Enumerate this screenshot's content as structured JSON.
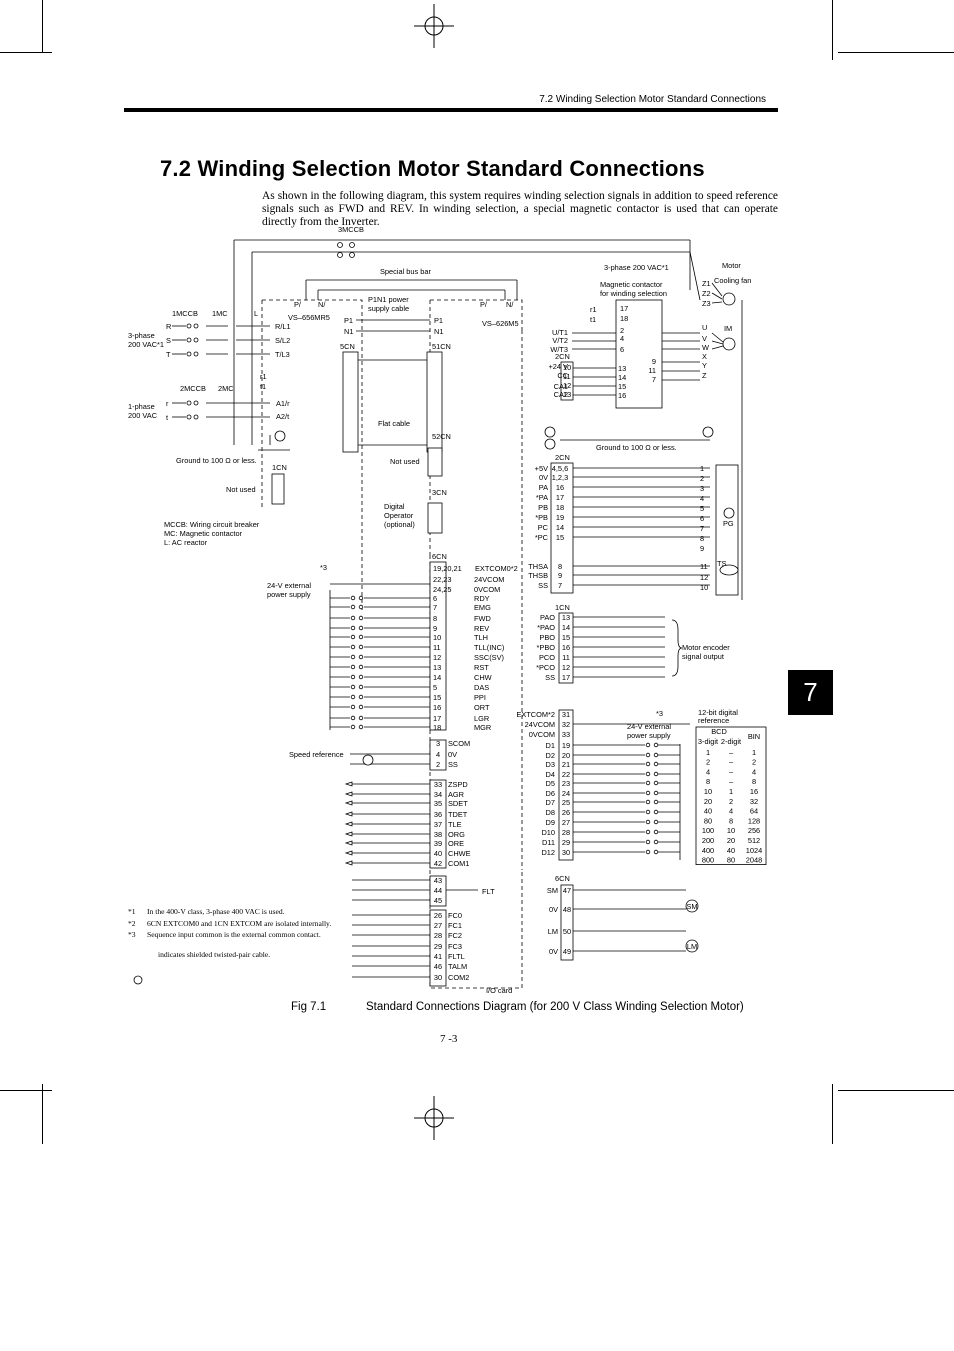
{
  "header": {
    "running_title": "7.2  Winding Selection Motor Standard Connections"
  },
  "section": {
    "title": "7.2  Winding Selection Motor Standard Connections",
    "intro": "As shown in the following diagram, this system requires winding selection signals in addition to speed reference signals such as FWD and REV. In winding selection, a special magnetic contactor is used that can operate directly from the Inverter."
  },
  "chapter_tab": "7",
  "figure": {
    "number": "Fig 7.1",
    "caption": "Standard Connections Diagram (for 200 V Class Winding Selection Motor)"
  },
  "page_number": "7 -3",
  "notes": [
    {
      "mark": "*1",
      "text": "In the 400-V class, 3-phase 400 VAC is used."
    },
    {
      "mark": "*2",
      "text": "6CN EXTCOM0 and 1CN EXTCOM are isolated internally."
    },
    {
      "mark": "*3",
      "text": "Sequence input common is the external common contact."
    },
    {
      "mark": "",
      "text": "indicates shielded twisted-pair cable."
    }
  ],
  "diagram": {
    "labels": {
      "mccb3": "3MCCB",
      "bus": "Special bus bar",
      "v3": "3-phase 200 VAC*1",
      "motor": "Motor",
      "fan": "Cooling fan",
      "mag": "Magnetic contactor",
      "mag2": "for winding selection",
      "p1n1": "P1N1 power",
      "p1n1b": "supply cable",
      "vs656": "VS–656MR5",
      "vs626": "VS–626M5",
      "mccb1": "1MCCB",
      "mc1": "1MC",
      "L": "L",
      "ph3": "3-phase",
      "vac200": "200 VAC*1",
      "mccb2": "2MCCB",
      "mc2": "2MC",
      "ph1": "1-phase",
      "vac1": "200 VAC",
      "gnd1": "Ground to 100 Ω or less.",
      "gnd2": "Ground to 100 Ω or less.",
      "flat": "Flat cable",
      "notused1": "Not used",
      "notused2": "Not used",
      "dig1": "Digital",
      "dig2": "Operator",
      "dig3": "(optional)",
      "leg1": "MCCB: Wiring circuit breaker",
      "leg2": "MC: Magnetic contactor",
      "leg3": "L: AC reactor",
      "ext24": "24-V external",
      "ext24b": "power supply",
      "ext24c": "24-V external",
      "ext24d": "power supply",
      "star3": "*3",
      "star3b": "*3",
      "speed": "Speed reference",
      "flt": "FLT",
      "iocard": "I/O card",
      "encout": "Motor encoder",
      "encout2": "signal output",
      "dig12": "12-bit digital",
      "dig12b": "reference",
      "cn5": "5CN",
      "cn51": "51CN",
      "cn52": "52CN",
      "cn3": "3CN",
      "cn1": "1CN",
      "cn6": "6CN",
      "cn2": "2CN",
      "cn2b": "2CN",
      "cn1b": "1CN",
      "cn6b": "6CN",
      "im": "IM",
      "pg": "PG",
      "ts": "TS",
      "sm": "SM",
      "lm": "LM"
    },
    "cn6_left": [
      [
        "19,20,21",
        ""
      ],
      [
        "22,23",
        "24VCOM"
      ],
      [
        "24,25",
        "0VCOM"
      ],
      [
        "6",
        "RDY"
      ],
      [
        "7",
        "EMG"
      ],
      [
        "8",
        "FWD"
      ],
      [
        "9",
        "REV"
      ],
      [
        "10",
        "TLH"
      ],
      [
        "11",
        "TLL(INC)"
      ],
      [
        "12",
        "SSC(SV)"
      ],
      [
        "13",
        "RST"
      ],
      [
        "14",
        "CHW"
      ],
      [
        "5",
        "DAS"
      ],
      [
        "15",
        "PPI"
      ],
      [
        "16",
        "ORT"
      ],
      [
        "17",
        "LGR"
      ],
      [
        "18",
        "MGR"
      ]
    ],
    "cn6_analog": [
      [
        "3",
        "SCOM"
      ],
      [
        "4",
        "0V"
      ],
      [
        "2",
        "SS"
      ]
    ],
    "cn6_out": [
      [
        "33",
        "ZSPD"
      ],
      [
        "34",
        "AGR"
      ],
      [
        "35",
        "SDET"
      ],
      [
        "36",
        "TDET"
      ],
      [
        "37",
        "TLE"
      ],
      [
        "38",
        "ORG"
      ],
      [
        "39",
        "ORE"
      ],
      [
        "40",
        "CHWE"
      ],
      [
        "42",
        "COM1"
      ]
    ],
    "cn6_flt": [
      [
        "43",
        ""
      ],
      [
        "44",
        ""
      ],
      [
        "45",
        ""
      ]
    ],
    "cn6_fc": [
      [
        "26",
        "FC0"
      ],
      [
        "27",
        "FC1"
      ],
      [
        "28",
        "FC2"
      ],
      [
        "29",
        "FC3"
      ],
      [
        "41",
        "FLTL"
      ],
      [
        "46",
        "TALM"
      ],
      [
        "30",
        "COM2"
      ]
    ],
    "cn2": [
      [
        "4,5,6",
        "+5V"
      ],
      [
        "1,2,3",
        "0V"
      ],
      [
        "16",
        "PA"
      ],
      [
        "17",
        "*PA"
      ],
      [
        "18",
        "PB"
      ],
      [
        "19",
        "*PB"
      ],
      [
        "14",
        "PC"
      ],
      [
        "15",
        "*PC"
      ],
      [
        "8",
        "THSA"
      ],
      [
        "9",
        "THSB"
      ],
      [
        "7",
        "SS"
      ]
    ],
    "cn1": [
      [
        "13",
        "PAO"
      ],
      [
        "14",
        "*PAO"
      ],
      [
        "15",
        "PBO"
      ],
      [
        "16",
        "*PBO"
      ],
      [
        "11",
        "PCO"
      ],
      [
        "12",
        "*PCO"
      ],
      [
        "17",
        "SS"
      ]
    ],
    "cn1_d": [
      [
        "31",
        "EXTCOM*2"
      ],
      [
        "32",
        "24VCOM"
      ],
      [
        "33",
        "0VCOM"
      ],
      [
        "19",
        "D1"
      ],
      [
        "20",
        "D2"
      ],
      [
        "21",
        "D3"
      ],
      [
        "22",
        "D4"
      ],
      [
        "23",
        "D5"
      ],
      [
        "24",
        "D6"
      ],
      [
        "25",
        "D7"
      ],
      [
        "26",
        "D8"
      ],
      [
        "27",
        "D9"
      ],
      [
        "28",
        "D10"
      ],
      [
        "29",
        "D11"
      ],
      [
        "30",
        "D12"
      ]
    ],
    "cn6_meter": [
      [
        "47",
        "SM"
      ],
      [
        "48",
        "0V"
      ],
      [
        "50",
        "LM"
      ],
      [
        "49",
        "0V"
      ]
    ],
    "motor_terms": [
      "Z1",
      "Z2",
      "Z3",
      "U",
      "V",
      "W",
      "X",
      "Y",
      "Z"
    ],
    "inv_terms": [
      "U/T1",
      "V/T2",
      "W/T3",
      "+24 V",
      "CC",
      "CA1",
      "CA2"
    ],
    "pg_pins": [
      "1",
      "2",
      "3",
      "4",
      "5",
      "6",
      "7",
      "8",
      "9",
      "11",
      "12",
      "10"
    ],
    "bcd_table": {
      "head_bcd": "BCD",
      "head_bin": "BIN",
      "head_3d": "3-digit",
      "head_2d": "2-digit",
      "rows": [
        [
          "1",
          "–",
          "1"
        ],
        [
          "2",
          "–",
          "2"
        ],
        [
          "4",
          "–",
          "4"
        ],
        [
          "8",
          "–",
          "8"
        ],
        [
          "10",
          "1",
          "16"
        ],
        [
          "20",
          "2",
          "32"
        ],
        [
          "40",
          "4",
          "64"
        ],
        [
          "80",
          "8",
          "128"
        ],
        [
          "100",
          "10",
          "256"
        ],
        [
          "200",
          "20",
          "512"
        ],
        [
          "400",
          "40",
          "1024"
        ],
        [
          "800",
          "80",
          "2048"
        ]
      ]
    }
  }
}
